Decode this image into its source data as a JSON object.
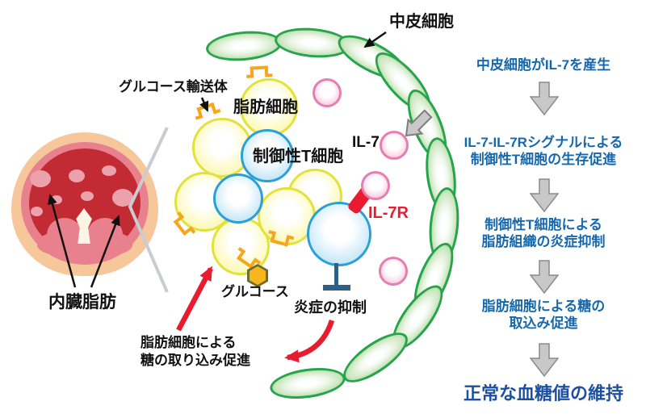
{
  "figure": {
    "left_panel": {
      "visceral_fat_label": "内臓脂肪"
    },
    "center": {
      "mesothelial_label": "中皮細胞",
      "glucose_transporter_label": "グルコース輸送体",
      "adipocyte_label": "脂肪細胞",
      "treg_label": "制御性T細胞",
      "il7_label": "IL-7",
      "il7r_label": "IL-7R",
      "glucose_label": "グルコース",
      "inflammation_label": "炎症の抑制",
      "uptake_label_line1": "脂肪細胞による",
      "uptake_label_line2": "糖の取り込み促進"
    },
    "flow": {
      "steps": [
        {
          "lines": [
            "中皮細胞がIL-7を産生"
          ]
        },
        {
          "lines": [
            "IL-7-IL-7Rシグナルによる",
            "制御性T細胞の生存促進"
          ]
        },
        {
          "lines": [
            "制御性T細胞による",
            "脂肪組織の炎症抑制"
          ]
        },
        {
          "lines": [
            "脂肪細胞による糖の",
            "取込み促進"
          ]
        }
      ],
      "final": "正常な血糖値の維持"
    },
    "colors": {
      "mesothelial_green": "#27a44b",
      "adipocyte_yellow": "#e2e23a",
      "treg_blue": "#2b9fd6",
      "il7_pink": "#e57fb1",
      "il7r_red": "#e81c2e",
      "inhibition_steel_blue": "#2d6084",
      "transporter_orange": "#f5a61d",
      "glucose_amber": "#f6b61e",
      "flow_text_blue": "#1668ac",
      "flow_final_blue": "#1c4f9f",
      "flow_arrow_gray": "#c8c8c8",
      "abdomen_skin": "#f6c79b",
      "abdomen_red": "#c32b34",
      "abdomen_pink": "#e8808d"
    }
  }
}
